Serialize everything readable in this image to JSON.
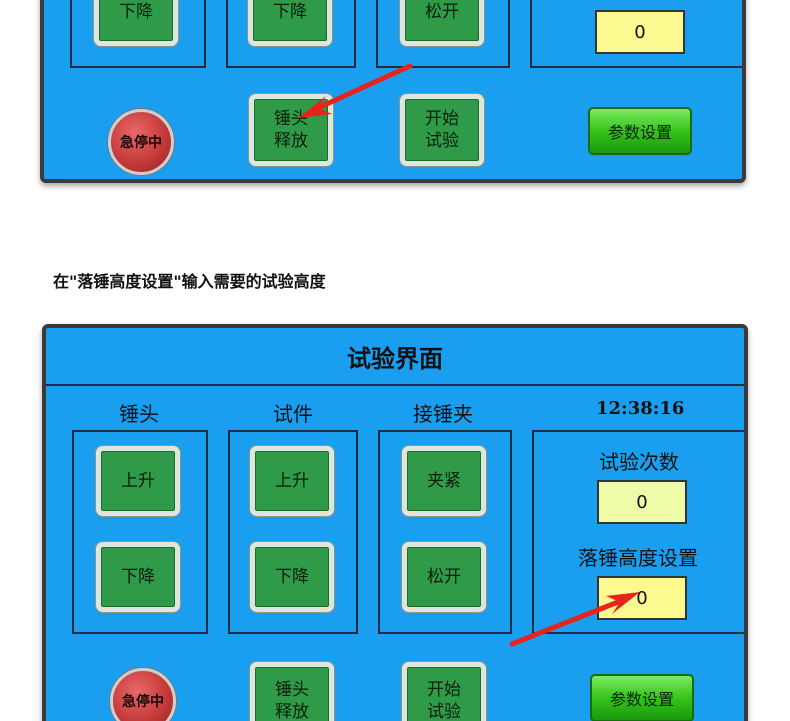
{
  "top_panel": {
    "lower_buttons": [
      "下降",
      "下降",
      "松开"
    ],
    "count_value": "0",
    "estop_label": "急停中",
    "hammer_release_label": "锤头\n释放",
    "start_test_label": "开始\n试验",
    "param_label": "参数设置"
  },
  "caption": "在\"落锤高度设置\"输入需要的试验高度",
  "bottom_panel": {
    "title": "试验界面",
    "clock": "12:38:16",
    "groups": {
      "hammer": {
        "title": "锤头",
        "up": "上升",
        "down": "下降"
      },
      "specimen": {
        "title": "试件",
        "up": "上升",
        "down": "下降"
      },
      "catcher": {
        "title": "接锤夹",
        "clamp": "夹紧",
        "release": "松开"
      }
    },
    "test_count_label": "试验次数",
    "test_count_value": "0",
    "drop_height_label": "落锤高度设置",
    "drop_height_value": "0",
    "estop_label": "急停中",
    "hammer_release_label": "锤头\n释放",
    "start_test_label": "开始\n试验",
    "param_label": "参数设置"
  },
  "colors": {
    "panel_bg": "#1a9ff0",
    "button_green": "#2f9a47",
    "estop_red": "#c63a3a",
    "arrow_red": "#e8231e"
  }
}
